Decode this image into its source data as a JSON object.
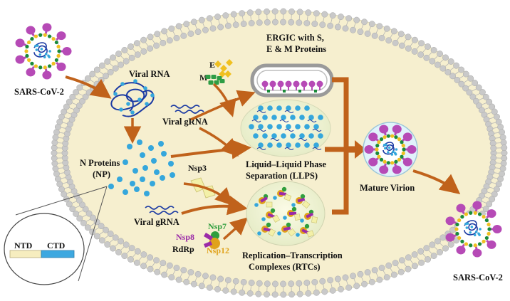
{
  "labels": {
    "virus_left": "SARS-CoV-2",
    "virus_right": "SARS-CoV-2",
    "viral_rna": "Viral RNA",
    "viral_grna_top": "Viral gRNA",
    "viral_grna_bottom": "Viral gRNA",
    "n_proteins_line1": "N Proteins",
    "n_proteins_line2": "(NP)",
    "e_label": "E",
    "m_label": "M",
    "ergic_line1": "ERGIC with S,",
    "ergic_line2": "E & M Proteins",
    "llps_line1": "Liquid–Liquid Phase",
    "llps_line2": "Separation (LLPS)",
    "nsp3": "Nsp3",
    "nsp7": "Nsp7",
    "nsp8": "Nsp8",
    "nsp12": "Nsp12",
    "rdrp": "RdRp",
    "rtc_line1": "Replication–Transcription",
    "rtc_line2": "Complexes (RTCs)",
    "mature_virion": "Mature Virion",
    "ntd": "NTD",
    "ctd": "CTD"
  },
  "colors": {
    "cell_fill": "#f6efcf",
    "membrane_head": "#c9c9c9",
    "arrow": "#c0621b",
    "n_protein": "#35a7dc",
    "spike": "#b64ab6",
    "envelope_green": "#1a8a3a",
    "rna_blue": "#1b3aa3",
    "e_protein": "#f0c020",
    "m_protein": "#2e9d45",
    "nsp7": "#2f9e3e",
    "nsp8": "#9b2aa8",
    "nsp12": "#e0a21b"
  }
}
